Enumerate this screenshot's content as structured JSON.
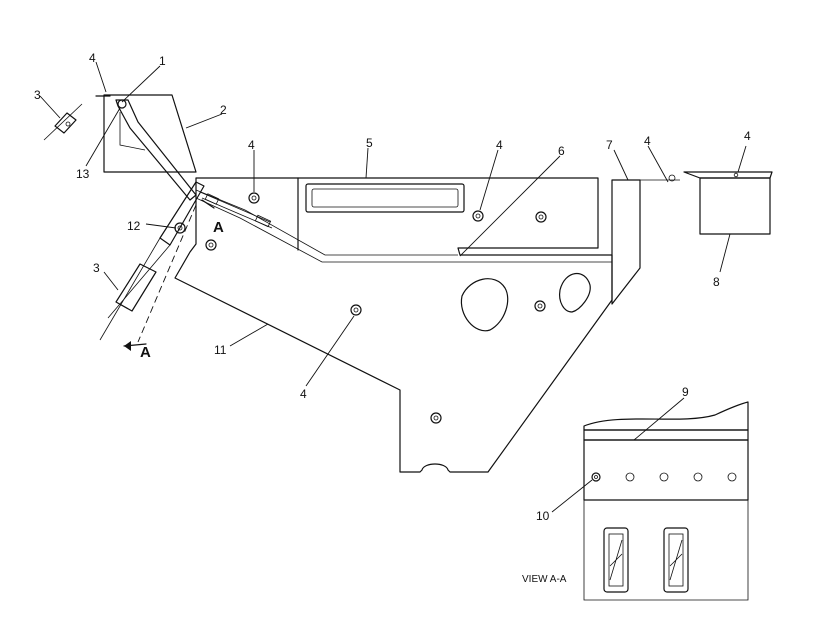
{
  "callouts": {
    "c1": "1",
    "c2": "2",
    "c3a": "3",
    "c3b": "3",
    "c4a": "4",
    "c4b": "4",
    "c4c": "4",
    "c4d": "4",
    "c4e": "4",
    "c4f": "4",
    "c5": "5",
    "c6": "6",
    "c7": "7",
    "c8": "8",
    "c9": "9",
    "c10": "10",
    "c11": "11",
    "c12": "12",
    "c13": "13"
  },
  "section_marks": {
    "a_top": "A",
    "a_bottom": "A"
  },
  "view_label": "VIEW A-A"
}
